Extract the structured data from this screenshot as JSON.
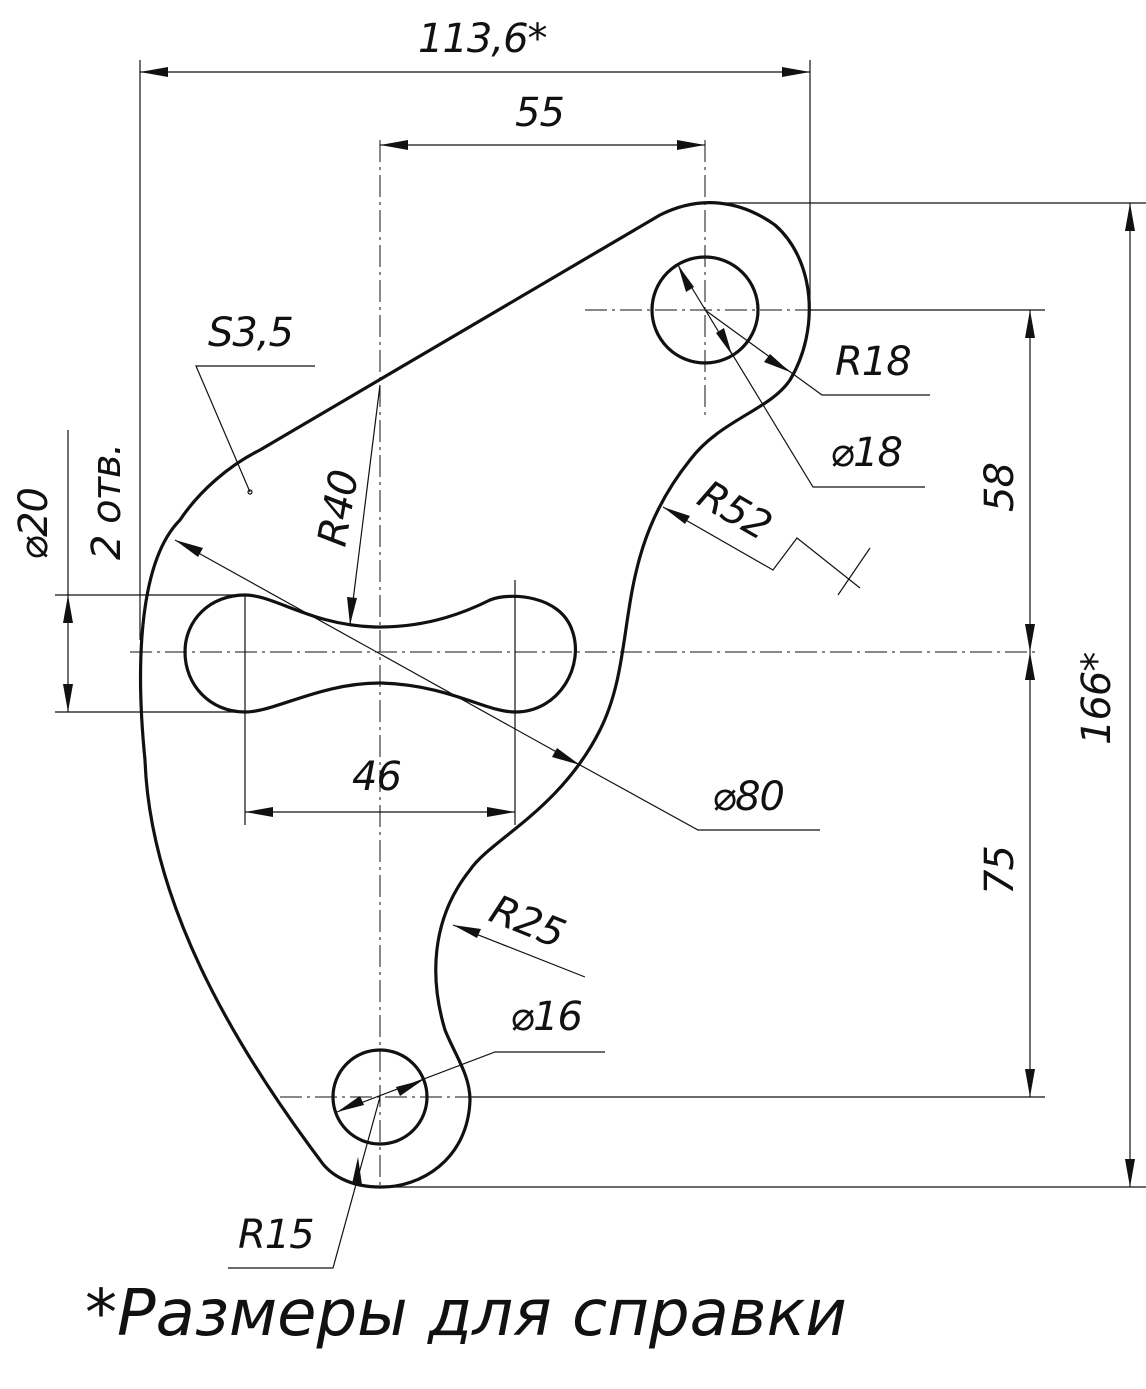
{
  "drawing": {
    "dimensions": {
      "overall_width": "113,6*",
      "hole_spacing": "55",
      "overall_height": "166*",
      "upper_height": "58",
      "lower_height": "75",
      "slot_length": "46",
      "slot_width": "⌀20",
      "slot_count": "2 отв.",
      "thickness": "S3,5",
      "r40": "R40",
      "r52": "R52",
      "r18": "R18",
      "hole_top": "⌀18",
      "arc_80": "⌀80",
      "r25": "R25",
      "hole_bottom": "⌀16",
      "r15": "R15"
    },
    "note": "*Размеры для справки"
  }
}
